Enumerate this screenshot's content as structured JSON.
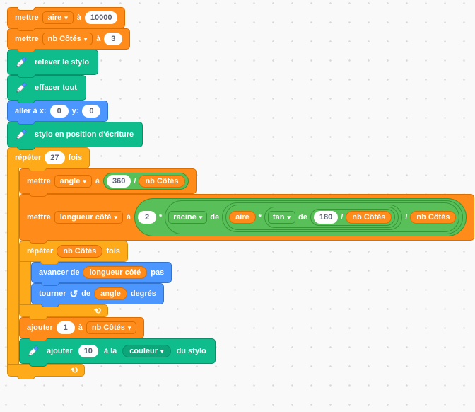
{
  "colors": {
    "background": "#F9F9F9",
    "motion_fill": "#4C97FF",
    "motion_stroke": "#3373CC",
    "control_fill": "#FFAB19",
    "control_stroke": "#CF8B17",
    "variables_fill": "#FF8C1A",
    "variables_stroke": "#DB6E00",
    "operators_fill": "#59C059",
    "operators_stroke": "#389438",
    "pen_fill": "#0FBD8C",
    "pen_stroke": "#0B8E69",
    "pen_field_fill": "#0DA57A",
    "input_text": "#575E75"
  },
  "icons": {
    "dropdown_caret": "▾",
    "turn_ccw_arrow": "↺",
    "loop_arrow": "↻"
  },
  "ops": {
    "multiply": "*",
    "divide": "/"
  },
  "blocks": {
    "set_aire": {
      "keyword": "mettre",
      "variable": "aire",
      "preposition": "à",
      "value": "10000"
    },
    "set_nb_cotes": {
      "keyword": "mettre",
      "variable": "nb Côtés",
      "preposition": "à",
      "value": "3"
    },
    "pen_up": {
      "label": "relever le stylo"
    },
    "erase_all": {
      "label": "effacer tout"
    },
    "goto_xy": {
      "keyword": "aller à x:",
      "x": "0",
      "y_label": "y:",
      "y": "0"
    },
    "pen_down": {
      "label": "stylo en position d'écriture"
    },
    "repeat_outer": {
      "keyword": "répéter",
      "times": "27",
      "suffix": "fois"
    },
    "set_angle": {
      "keyword": "mettre",
      "variable": "angle",
      "preposition": "à",
      "numerator": "360",
      "denominator": "nb Côtés"
    },
    "set_longueur": {
      "keyword": "mettre",
      "variable": "longueur côté",
      "preposition": "à",
      "factor": "2",
      "sqrt_label": "racine",
      "sqrt_of": "de",
      "area_variable": "aire",
      "tan_label": "tan",
      "tan_of": "de",
      "tan_numerator": "180",
      "tan_denominator": "nb Côtés",
      "outer_divisor": "nb Côtés"
    },
    "repeat_inner": {
      "keyword": "répéter",
      "variable": "nb Côtés",
      "suffix": "fois"
    },
    "move_steps": {
      "keyword": "avancer de",
      "variable": "longueur côté",
      "suffix": "pas"
    },
    "turn_left": {
      "keyword": "tourner",
      "preposition": "de",
      "variable": "angle",
      "suffix": "degrés"
    },
    "change_nb_cotes": {
      "keyword": "ajouter",
      "value": "1",
      "preposition": "à",
      "variable": "nb Côtés"
    },
    "change_pen_color": {
      "keyword": "ajouter",
      "value": "10",
      "preposition": "à la",
      "variable": "couleur",
      "suffix": "du stylo"
    }
  }
}
